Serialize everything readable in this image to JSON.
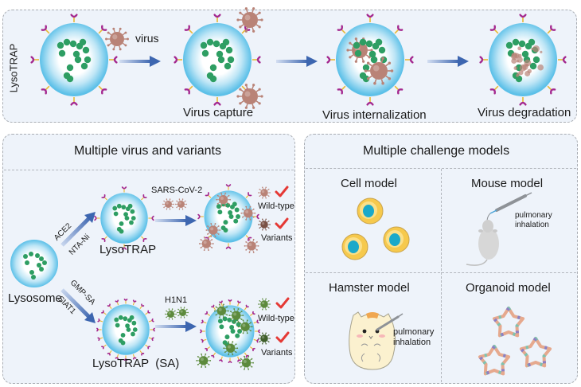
{
  "top_panel": {
    "side_label": "LysoTRAP",
    "virus_label": "virus",
    "steps": [
      {
        "label": ""
      },
      {
        "label": "Virus capture"
      },
      {
        "label": "Virus internalization"
      },
      {
        "label": "Virus degradation"
      }
    ]
  },
  "left_panel": {
    "title": "Multiple virus and variants",
    "source_label": "Lysosome",
    "upper_route": {
      "reagents": [
        "ACE2",
        "NTA-Ni"
      ],
      "product_label": "LysoTRAP",
      "virus_label": "SARS-CoV-2",
      "results": [
        {
          "label": "Wild-type",
          "check": true
        },
        {
          "label": "Variants",
          "check": true
        }
      ]
    },
    "lower_route": {
      "reagents": [
        "GMP-SA",
        "SIAT1"
      ],
      "product_label": "LysoTRAP  (SA)",
      "virus_label": "H1N1",
      "results": [
        {
          "label": "Wild-type",
          "check": true
        },
        {
          "label": "Variants",
          "check": true
        }
      ]
    }
  },
  "right_panel": {
    "title": "Multiple challenge models",
    "models": [
      {
        "title": "Cell model",
        "annotation": ""
      },
      {
        "title": "Mouse model",
        "annotation_line1": "pulmonary",
        "annotation_line2": "inhalation"
      },
      {
        "title": "Hamster model",
        "annotation_line1": "pulmonary",
        "annotation_line2": "inhalation"
      },
      {
        "title": "Organoid model",
        "annotation": ""
      }
    ]
  },
  "colors": {
    "panel_bg": "#eef3fa",
    "panel_border": "#a9adb3",
    "membrane": "#5cc0e8",
    "lumen": "#ffffff",
    "cargo": "#2e9e63",
    "receptor": "#a4288f",
    "receptor_stem": "#e6b834",
    "virus_sars": "#b98377",
    "virus_h1n1": "#5c8a3c",
    "arrow": "#3d66b0",
    "check": "#e53935",
    "cell_body": "#f6c94d",
    "cell_nucleus": "#1ba9c9"
  }
}
